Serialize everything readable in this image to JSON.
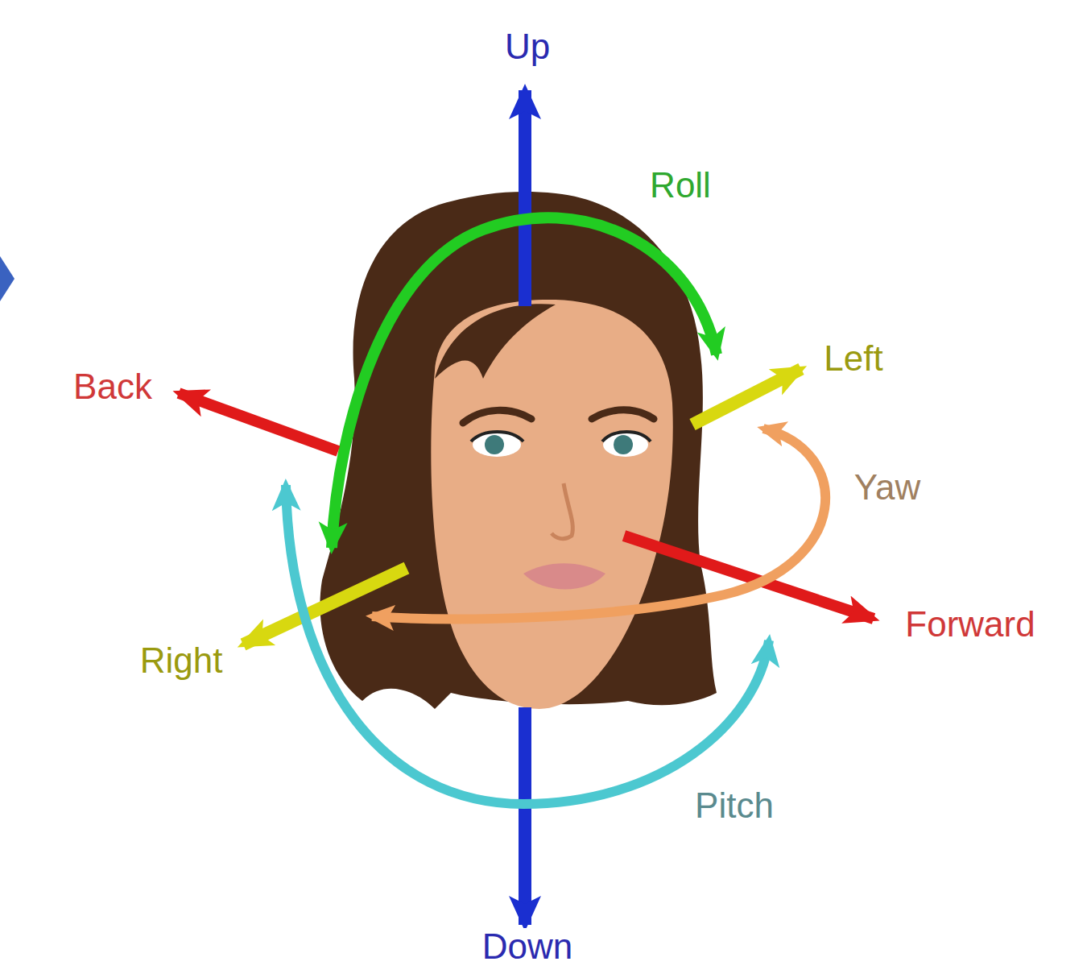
{
  "diagram": {
    "labels": [
      "Up",
      "Roll",
      "Left",
      "Back",
      "Yaw",
      "Forward",
      "Right",
      "Pitch",
      "Down"
    ]
  }
}
